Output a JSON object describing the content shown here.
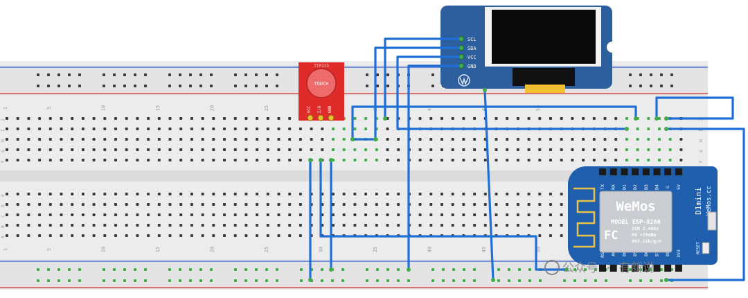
{
  "breadboard": {
    "column_numbers": [
      "1",
      "5",
      "10",
      "15",
      "20",
      "25",
      "30",
      "35",
      "40",
      "45",
      "50"
    ],
    "row_letters_top": [
      "J",
      "I",
      "H",
      "G",
      "F"
    ],
    "row_letters_bottom": [
      "E",
      "D",
      "C",
      "B",
      "A"
    ]
  },
  "touch_sensor": {
    "model": "TTP223",
    "pad_label": "TOUCH",
    "pins": [
      "VCC",
      "I/O",
      "GND"
    ]
  },
  "oled": {
    "pins": [
      "SCL",
      "SDA",
      "VCC",
      "GND"
    ]
  },
  "wemos": {
    "logo": "WeMos",
    "model_line": "MODEL  ESP-8266",
    "specs": [
      "ISM 2.4GHz",
      "PA +25dBm",
      "802.11b/g/n"
    ],
    "fc_mark": "FC",
    "side_title": "D1mini",
    "side_url": "WeMos.cc",
    "top_pins": [
      "TX",
      "RX",
      "D1",
      "D2",
      "D3",
      "D4",
      "G",
      "5V"
    ],
    "bottom_pins": [
      "RST",
      "A0",
      "D0",
      "D5",
      "D6",
      "D7",
      "D8",
      "3V3"
    ],
    "reset_label": "RESET"
  },
  "watermark": "公众号 · 有新说",
  "colors": {
    "wire": "#1f6fd6",
    "breadboard": "#ececec",
    "rail_red": "#d84a4a",
    "rail_blue": "#4a6fd8",
    "sensor_red": "#e02b2b",
    "oled_blue": "#2d5f9e",
    "wemos_blue": "#1f5fae"
  }
}
